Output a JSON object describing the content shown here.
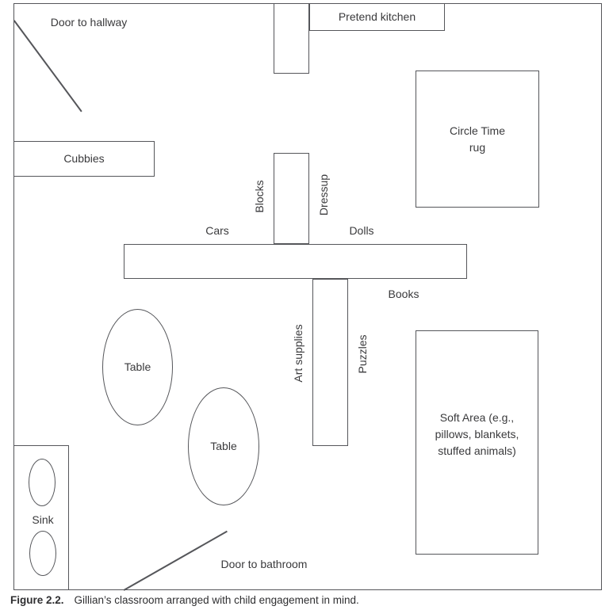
{
  "labels": {
    "door_hallway": "Door to hallway",
    "pretend_kitchen": "Pretend kitchen",
    "circle_rug_line1": "Circle Time",
    "circle_rug_line2": "rug",
    "cubbies": "Cubbies",
    "blocks": "Blocks",
    "dressup": "Dressup",
    "cars": "Cars",
    "dolls": "Dolls",
    "books": "Books",
    "art_supplies": "Art supplies",
    "puzzles": "Puzzles",
    "soft_area_line1": "Soft Area (e.g.,",
    "soft_area_line2": "pillows, blankets,",
    "soft_area_line3": "stuffed animals)",
    "table_1": "Table",
    "table_2": "Table",
    "sink": "Sink",
    "door_bathroom": "Door to bathroom"
  },
  "caption": {
    "label": "Figure 2.2.",
    "text": "Gillian’s classroom arranged with child engagement in mind."
  },
  "colors": {
    "line": "#55565a",
    "text": "#3a3a3c",
    "background": "#ffffff"
  }
}
